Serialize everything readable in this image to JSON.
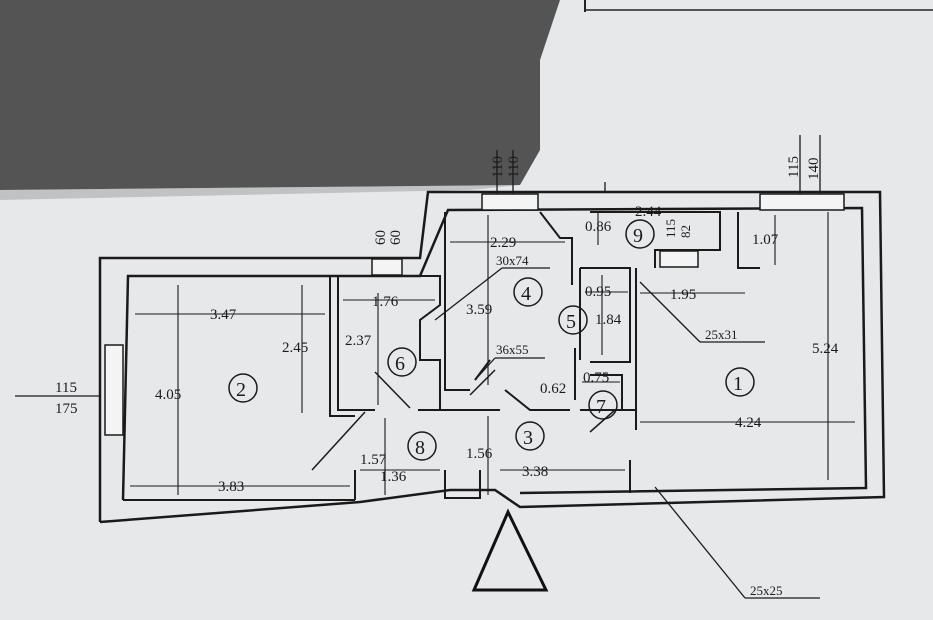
{
  "title_marks": {
    "window_top_left": [
      "110",
      "110"
    ],
    "window_top_right": [
      "115",
      "140"
    ],
    "window_mid": [
      "60",
      "60"
    ],
    "window_room9": [
      "115",
      "82"
    ],
    "window_left": [
      "115",
      "175"
    ]
  },
  "rooms": {
    "r1": {
      "num": "1",
      "w": "4.24",
      "h": "5.24"
    },
    "r2": {
      "num": "2",
      "w_top": "3.47",
      "w_bottom": "3.83",
      "h_left": "4.05",
      "h_right": "2.45"
    },
    "r3": {
      "num": "3",
      "w": "3.38",
      "h": "1.56"
    },
    "r4": {
      "num": "4",
      "w": "2.29",
      "h": "3.59"
    },
    "r5": {
      "num": "5",
      "w": "0.95",
      "h": "1.84"
    },
    "r6": {
      "num": "6",
      "w": "1.76",
      "h": "2.37"
    },
    "r7": {
      "num": "7",
      "w": "0.75",
      "h": "0.62"
    },
    "r8": {
      "num": "8",
      "w": "1.36",
      "h": "1.57"
    },
    "r9": {
      "num": "9",
      "w": "2.44",
      "h": "0.86"
    }
  },
  "extra_dims": {
    "d107": "1.07",
    "d195": "1.95"
  },
  "columns": {
    "c1": "30x74",
    "c2": "36x55",
    "c3": "25x31",
    "c4": "25x25"
  }
}
